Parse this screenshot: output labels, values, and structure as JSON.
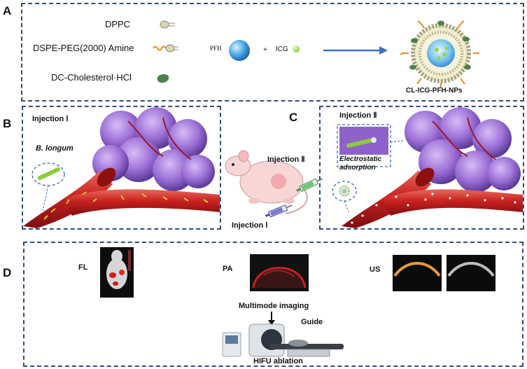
{
  "panels": {
    "a": "A",
    "b": "B",
    "c": "C",
    "d": "D"
  },
  "panel_a": {
    "dppc": "DPPC",
    "dspe": "DSPE-PEG(2000) Amine",
    "chol": "DC-Cholesterol·HCl",
    "pfh": "PFH",
    "plus": "+",
    "icg": "ICG",
    "product": "CL-ICG-PFH-NPs"
  },
  "panel_b": {
    "injection": "Injection Ⅰ",
    "bacteria": "B. longum"
  },
  "panel_c": {
    "injection2": "Injection Ⅱ",
    "injection1": "Injection Ⅰ"
  },
  "panel_b2": {
    "injection": "Injection Ⅱ",
    "electro": "Electrostatic",
    "adsorption": "adsorption"
  },
  "panel_d": {
    "fl": "FL",
    "pa": "PA",
    "us": "US",
    "multimode": "Multimode imaging",
    "guide": "Guide",
    "hifu": "HIFU ablation"
  },
  "colors": {
    "frame": "#2f4e7a",
    "vessel": "#c8201f",
    "tumor": "#9b6fd6",
    "arrow": "#3d6fc4"
  }
}
